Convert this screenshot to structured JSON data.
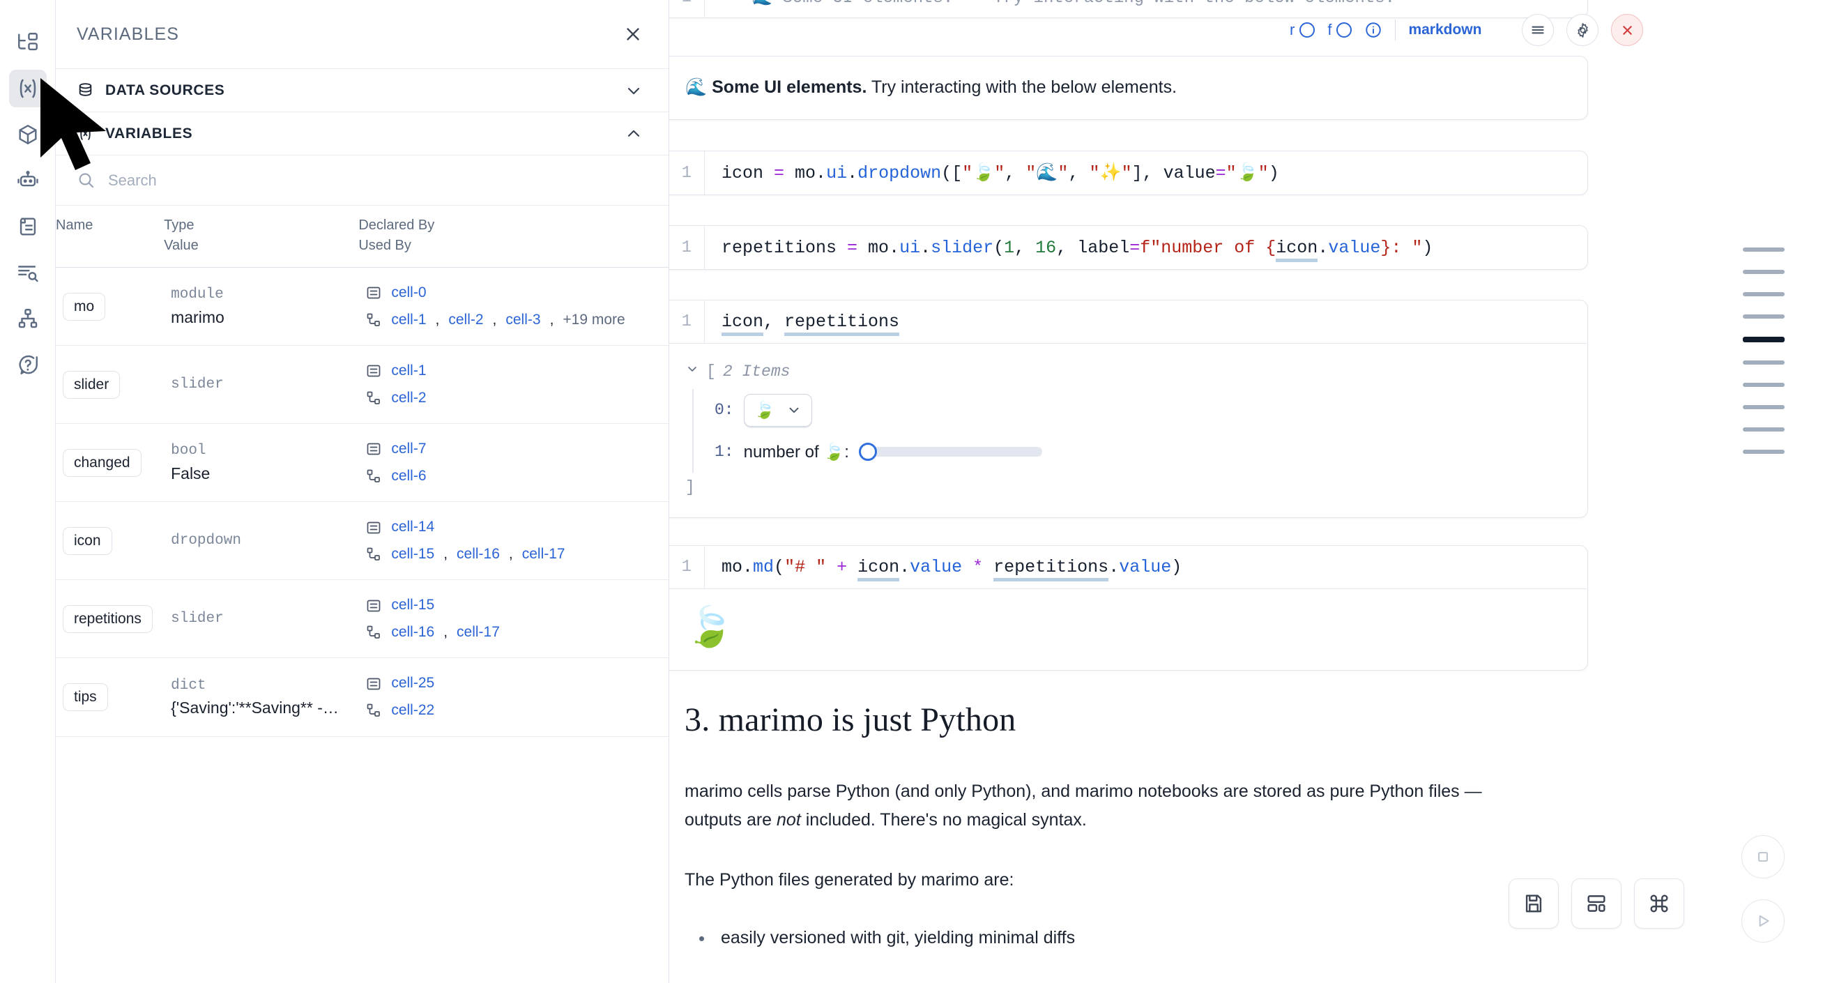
{
  "rail": {
    "items": [
      {
        "name": "file-explorer-icon",
        "active": false
      },
      {
        "name": "variables-icon",
        "active": true
      },
      {
        "name": "packages-icon",
        "active": false
      },
      {
        "name": "chat-assistant-icon",
        "active": false
      },
      {
        "name": "logs-icon",
        "active": false
      },
      {
        "name": "outline-search-icon",
        "active": false
      },
      {
        "name": "dependency-graph-icon",
        "active": false
      },
      {
        "name": "help-icon",
        "active": false
      }
    ]
  },
  "panel": {
    "title": "VARIABLES",
    "close_label": "×",
    "sections": [
      {
        "label": "DATA SOURCES",
        "expanded": false
      },
      {
        "label": "VARIABLES",
        "expanded": true
      }
    ],
    "search": {
      "placeholder": "Search",
      "value": ""
    },
    "table": {
      "headers": {
        "name": "Name",
        "type": "Type",
        "value": "Value",
        "declared_by": "Declared By",
        "used_by": "Used By"
      },
      "rows": [
        {
          "name": "mo",
          "type": "module",
          "value": "marimo",
          "declared_by": [
            "cell-0"
          ],
          "used_by": [
            "cell-1",
            "cell-2",
            "cell-3"
          ],
          "used_by_more": "+19 more"
        },
        {
          "name": "slider",
          "type": "slider",
          "value": "",
          "declared_by": [
            "cell-1"
          ],
          "used_by": [
            "cell-2"
          ],
          "used_by_more": ""
        },
        {
          "name": "changed",
          "type": "bool",
          "value": "False",
          "declared_by": [
            "cell-7"
          ],
          "used_by": [
            "cell-6"
          ],
          "used_by_more": ""
        },
        {
          "name": "icon",
          "type": "dropdown",
          "value": "",
          "declared_by": [
            "cell-14"
          ],
          "used_by": [
            "cell-15",
            "cell-16",
            "cell-17"
          ],
          "used_by_more": ""
        },
        {
          "name": "repetitions",
          "type": "slider",
          "value": "",
          "declared_by": [
            "cell-15"
          ],
          "used_by": [
            "cell-16",
            "cell-17"
          ],
          "used_by_more": ""
        },
        {
          "name": "tips",
          "type": "dict",
          "value": "{'Saving':'**Saving** - _Na...",
          "declared_by": [
            "cell-25"
          ],
          "used_by": [
            "cell-22"
          ],
          "used_by_more": ""
        }
      ]
    }
  },
  "notebook": {
    "top_truncated_code": "\"\"\"🌊 Some UI elements.\"\"\" Try interacting with the below elements.",
    "action_bar": {
      "flag_r": "r",
      "flag_f": "f",
      "language": "markdown",
      "menu_icon": "hamburger-icon",
      "settings_icon": "gear-icon",
      "close_icon": "close-icon"
    },
    "md_cell": {
      "emoji": "🌊",
      "bold_text": "Some UI elements.",
      "rest_text": "Try interacting with the below elements."
    },
    "code_cells": [
      {
        "line_no": "1",
        "tokens": [
          {
            "t": "icon ",
            "c": "t-var"
          },
          {
            "t": "= ",
            "c": "t-op"
          },
          {
            "t": "mo",
            "c": "t-mod"
          },
          {
            "t": ".",
            "c": "t-punc"
          },
          {
            "t": "ui",
            "c": "t-attr"
          },
          {
            "t": ".",
            "c": "t-punc"
          },
          {
            "t": "dropdown",
            "c": "t-fn"
          },
          {
            "t": "([",
            "c": "t-punc"
          },
          {
            "t": "\"🍃\"",
            "c": "t-str"
          },
          {
            "t": ", ",
            "c": "t-punc"
          },
          {
            "t": "\"🌊\"",
            "c": "t-str"
          },
          {
            "t": ", ",
            "c": "t-punc"
          },
          {
            "t": "\"✨\"",
            "c": "t-str"
          },
          {
            "t": "], ",
            "c": "t-punc"
          },
          {
            "t": "value",
            "c": "t-var"
          },
          {
            "t": "=",
            "c": "t-op"
          },
          {
            "t": "\"🍃\"",
            "c": "t-str"
          },
          {
            "t": ")",
            "c": "t-punc"
          }
        ]
      },
      {
        "line_no": "1",
        "tokens": [
          {
            "t": "repetitions ",
            "c": "t-var"
          },
          {
            "t": "= ",
            "c": "t-op"
          },
          {
            "t": "mo",
            "c": "t-mod"
          },
          {
            "t": ".",
            "c": "t-punc"
          },
          {
            "t": "ui",
            "c": "t-attr"
          },
          {
            "t": ".",
            "c": "t-punc"
          },
          {
            "t": "slider",
            "c": "t-fn"
          },
          {
            "t": "(",
            "c": "t-punc"
          },
          {
            "t": "1",
            "c": "t-num"
          },
          {
            "t": ", ",
            "c": "t-punc"
          },
          {
            "t": "16",
            "c": "t-num"
          },
          {
            "t": ", ",
            "c": "t-punc"
          },
          {
            "t": "label",
            "c": "t-var"
          },
          {
            "t": "=",
            "c": "t-op"
          },
          {
            "t": "f\"number of {",
            "c": "t-str"
          },
          {
            "t": "icon",
            "c": "t-var ul-ref"
          },
          {
            "t": ".",
            "c": "t-punc"
          },
          {
            "t": "value",
            "c": "t-attr"
          },
          {
            "t": "}: \"",
            "c": "t-str"
          },
          {
            "t": ")",
            "c": "t-punc"
          }
        ]
      },
      {
        "line_no": "1",
        "tokens": [
          {
            "t": "icon",
            "c": "t-var ul-ref"
          },
          {
            "t": ", ",
            "c": "t-punc"
          },
          {
            "t": "repetitions",
            "c": "t-var ul-ref"
          }
        ]
      },
      {
        "line_no": "1",
        "tokens": [
          {
            "t": "mo",
            "c": "t-mod"
          },
          {
            "t": ".",
            "c": "t-punc"
          },
          {
            "t": "md",
            "c": "t-fn"
          },
          {
            "t": "(",
            "c": "t-punc"
          },
          {
            "t": "\"# \"",
            "c": "t-str"
          },
          {
            "t": " + ",
            "c": "t-op"
          },
          {
            "t": "icon",
            "c": "t-var ul-ref"
          },
          {
            "t": ".",
            "c": "t-punc"
          },
          {
            "t": "value",
            "c": "t-attr"
          },
          {
            "t": " * ",
            "c": "t-op"
          },
          {
            "t": "repetitions",
            "c": "t-var ul-ref"
          },
          {
            "t": ".",
            "c": "t-punc"
          },
          {
            "t": "value",
            "c": "t-attr"
          },
          {
            "t": ")",
            "c": "t-punc"
          }
        ]
      }
    ],
    "output_tree": {
      "open_bracket": "[",
      "items_label": "2 Items",
      "close_bracket": "]",
      "item0_index": "0:",
      "item0_value": "🍃",
      "item1_index": "1:",
      "item1_label": "number of 🍃:",
      "slider_value": 1,
      "slider_min": 1,
      "slider_max": 16
    },
    "md_output_emoji": "🍃",
    "heading": "3. marimo is just Python",
    "paragraph_1_a": "marimo cells parse Python (and only Python), and marimo notebooks are stored as pure Python files — outputs are ",
    "paragraph_1_italic": "not",
    "paragraph_1_b": " included. There's no magical syntax.",
    "paragraph_2": "The Python files generated by marimo are:",
    "bullets": [
      "easily versioned with git, yielding minimal diffs"
    ]
  },
  "minimap": {
    "marks": [
      {
        "selected": false
      },
      {
        "selected": false
      },
      {
        "selected": false
      },
      {
        "selected": false
      },
      {
        "selected": true
      },
      {
        "selected": false
      },
      {
        "selected": false
      },
      {
        "selected": false
      },
      {
        "selected": false
      },
      {
        "selected": false
      }
    ]
  },
  "float_toolbar": {
    "buttons": [
      {
        "name": "save-button",
        "icon": "save-icon"
      },
      {
        "name": "layout-button",
        "icon": "layout-icon"
      },
      {
        "name": "shortcuts-button",
        "icon": "command-icon"
      }
    ],
    "circle_buttons": [
      {
        "name": "stop-button",
        "icon": "stop-icon"
      },
      {
        "name": "run-button",
        "icon": "play-icon"
      }
    ]
  },
  "colors": {
    "accent_link": "#2a64d6",
    "danger": "#d33b3b",
    "muted": "#5d6a7e",
    "border": "#e2e6ec"
  }
}
